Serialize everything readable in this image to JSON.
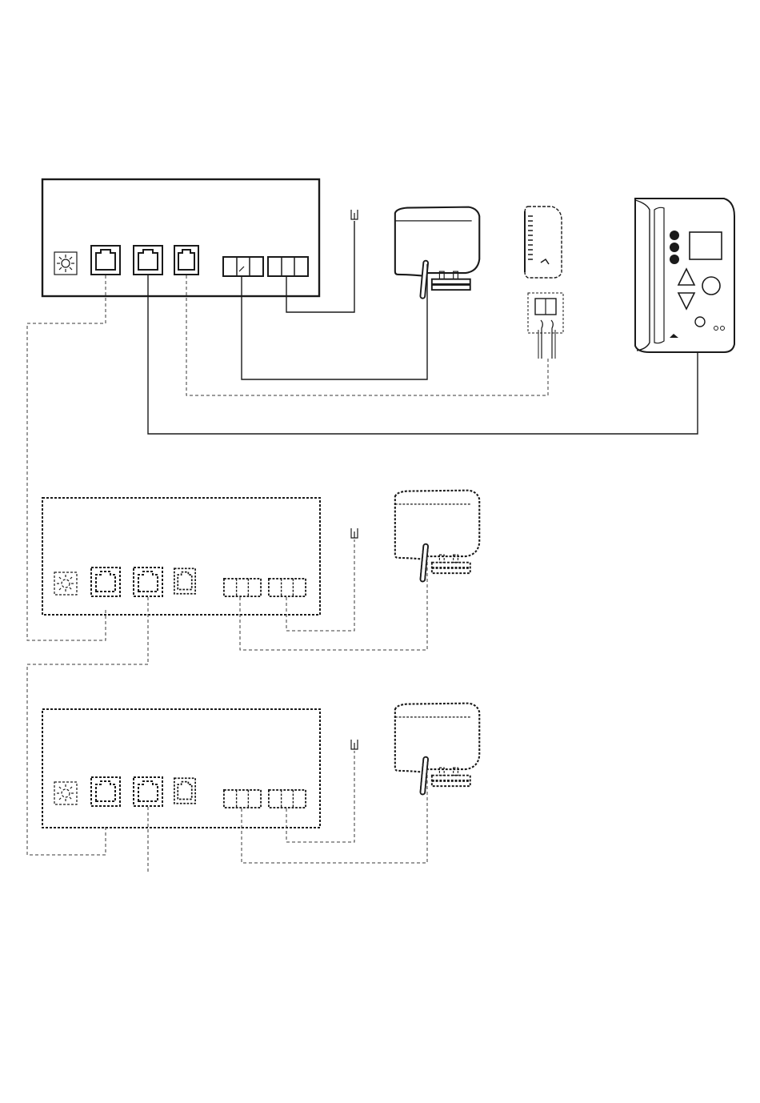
{
  "diagram": {
    "description_visible_text": "",
    "colors": {
      "line": "#1a1a1a",
      "dashed": "#3a3a3a",
      "fill": "#ffffff",
      "grip": "#1a1a1a"
    },
    "units": [
      {
        "id": "controller-main",
        "style": "solid"
      },
      {
        "id": "controller-slave-1",
        "style": "dashed"
      },
      {
        "id": "controller-slave-2",
        "style": "dashed"
      }
    ],
    "devices": [
      {
        "id": "valve-actuator-main",
        "style": "solid"
      },
      {
        "id": "room-sensor",
        "style": "solid"
      },
      {
        "id": "display-panel",
        "style": "solid",
        "icons": [
          "thermometer-icon",
          "fan-icon",
          "settings-icon",
          "arrow-up-button",
          "arrow-down-button",
          "round-button",
          "power-icon"
        ]
      },
      {
        "id": "valve-actuator-slave-1",
        "style": "dashed"
      },
      {
        "id": "valve-actuator-slave-2",
        "style": "dashed"
      }
    ]
  }
}
